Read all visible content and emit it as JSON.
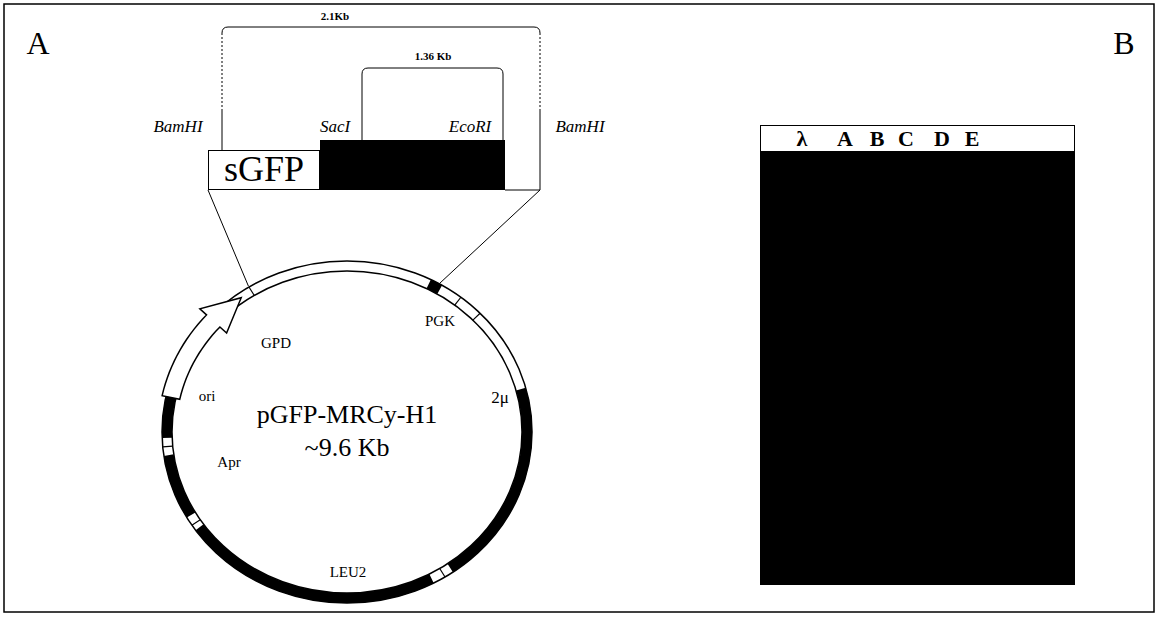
{
  "diagram": {
    "nodes": [
      {
        "text": [
          "sGFP"
        ]
      },
      {
        "text": [
          "pGFP-MRCy-H1",
          "~9.6 Kb"
        ]
      }
    ],
    "labels": [
      "A",
      "B",
      "2.1Kb",
      "BamHI",
      "SacI",
      "1.36 Kb",
      "EcoRI",
      "BamHI",
      "GPD",
      "PGK",
      "ori",
      "2μ",
      "Apr",
      "LEU2",
      "λ",
      "A",
      "B",
      "C",
      "D",
      "E"
    ]
  }
}
